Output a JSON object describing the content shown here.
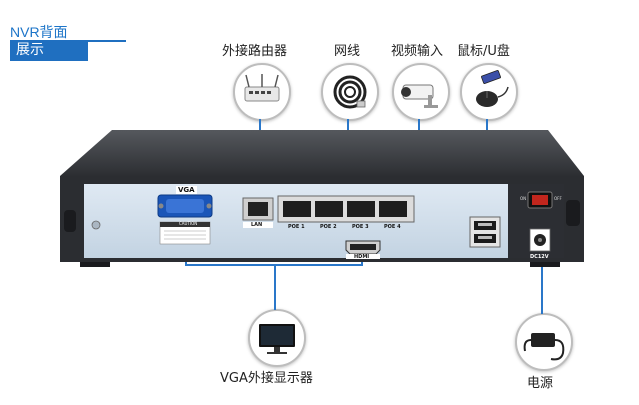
{
  "header": {
    "title_line1": "NVR背面",
    "title_line2": "展示"
  },
  "callouts": {
    "router": "外接路由器",
    "cable": "网线",
    "video_input": "视频输入",
    "mouse_usb": "鼠标/U盘",
    "vga_monitor": "VGA外接显示器",
    "power": "电源"
  },
  "panel": {
    "vga_label": "VGA",
    "lan_label": "LAN",
    "poe_ports": [
      "POE 1",
      "POE 2",
      "POE 3",
      "POE 4"
    ],
    "hdmi_label": "HDMI",
    "dc_label": "DC12V",
    "on_label": "ON",
    "off_label": "OFF",
    "caution_label": "CAUTION"
  },
  "colors": {
    "accent_blue": "#1f6fc0",
    "connector_line": "#2a77c9",
    "chassis_top": "#3a3d42",
    "panel_face": "#d3e1ee"
  },
  "icons": [
    "router-icon",
    "network-cable-icon",
    "camera-icon",
    "mouse-usb-icon",
    "monitor-icon",
    "power-adapter-icon"
  ]
}
